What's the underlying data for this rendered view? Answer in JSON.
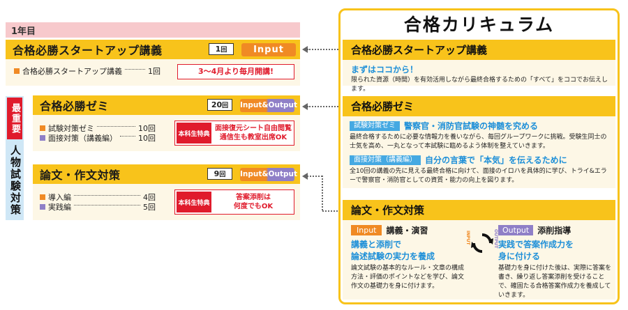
{
  "left": {
    "year": "1年目",
    "startup": {
      "title": "合格必勝スタートアップ講義",
      "count": "1",
      "count_unit": "回",
      "io": "Input",
      "items": [
        {
          "label": "合格必勝スタートアップ講義",
          "count": "1回"
        }
      ],
      "note": "3～4月より毎月開講!"
    },
    "side_tab": {
      "badge": "最重要",
      "label": "人物試験対策"
    },
    "seminar": {
      "title": "合格必勝ゼミ",
      "count": "20",
      "count_unit": "回",
      "io": "Input&Output",
      "items": [
        {
          "label": "試験対策ゼミ",
          "count": "10回"
        },
        {
          "label": "面接対策（講義編）",
          "count": "10回"
        }
      ],
      "benefit_label": "本科生特典",
      "benefit_text_1": "面接復元シート自由閲覧",
      "benefit_text_2": "通信生も教室出席OK"
    },
    "essay": {
      "title": "論文・作文対策",
      "count": "9",
      "count_unit": "回",
      "io": "Input&Output",
      "items": [
        {
          "label": "導入編",
          "count": "4回"
        },
        {
          "label": "実践編",
          "count": "5回"
        }
      ],
      "benefit_label": "本科生特典",
      "benefit_text_1": "答案添削は",
      "benefit_text_2": "何度でもOK"
    }
  },
  "right": {
    "title": "合格カリキュラム",
    "startup": {
      "heading": "合格必勝スタートアップ講義",
      "lead": "まずはココから！",
      "body": "限られた資源（時間）を有効活用しながら最終合格するための「すべて」をココでお伝えします。"
    },
    "seminar": {
      "heading": "合格必勝ゼミ",
      "sub1_tag": "試験対策ゼミ",
      "sub1_title": "警察官・消防官試験の神髄を究める",
      "sub1_body": "最終合格するために必要な情報力を養いながら、毎回グループワークに挑戦。受験生同士の士気を高め、一丸となって本試験に臨めるよう体制を整えていきます。",
      "sub2_tag": "面接対策（講義編）",
      "sub2_title": "自分の言葉で「本気」を伝えるために",
      "sub2_body": "全10回の講義の先に見える最終合格に向けて、面接のイロハを具体的に学び、トライ&エラーで警察官・消防官としての資質・能力の向上を図ります。"
    },
    "essay": {
      "heading": "論文・作文対策",
      "input_tag": "Input",
      "input_label": "講義・演習",
      "input_title_1": "講義と添削で",
      "input_title_2": "論述試験の実力を養成",
      "input_body": "論文試験の基本的なルール・文章の構成方法・評価のポイントなどを学び、論文作文の基礎力を身に付けます。",
      "cycle_left": "INPUT",
      "cycle_right": "OUTPUT",
      "output_tag": "Output",
      "output_label": "添削指導",
      "output_title_1": "実践で答案作成力を",
      "output_title_2": "身に付ける",
      "output_body": "基礎力を身に付けた後は、実際に答案を書き、繰り返し答案添削を受けることで、確固たる合格答案作成力を養成していきます。"
    }
  },
  "colors": {
    "yellow": "#f8c31b",
    "orange": "#f08a24",
    "violet": "#8f7fc7",
    "red": "#e01b2c",
    "blue": "#1d8fd8",
    "pink": "#f7c9cc"
  }
}
